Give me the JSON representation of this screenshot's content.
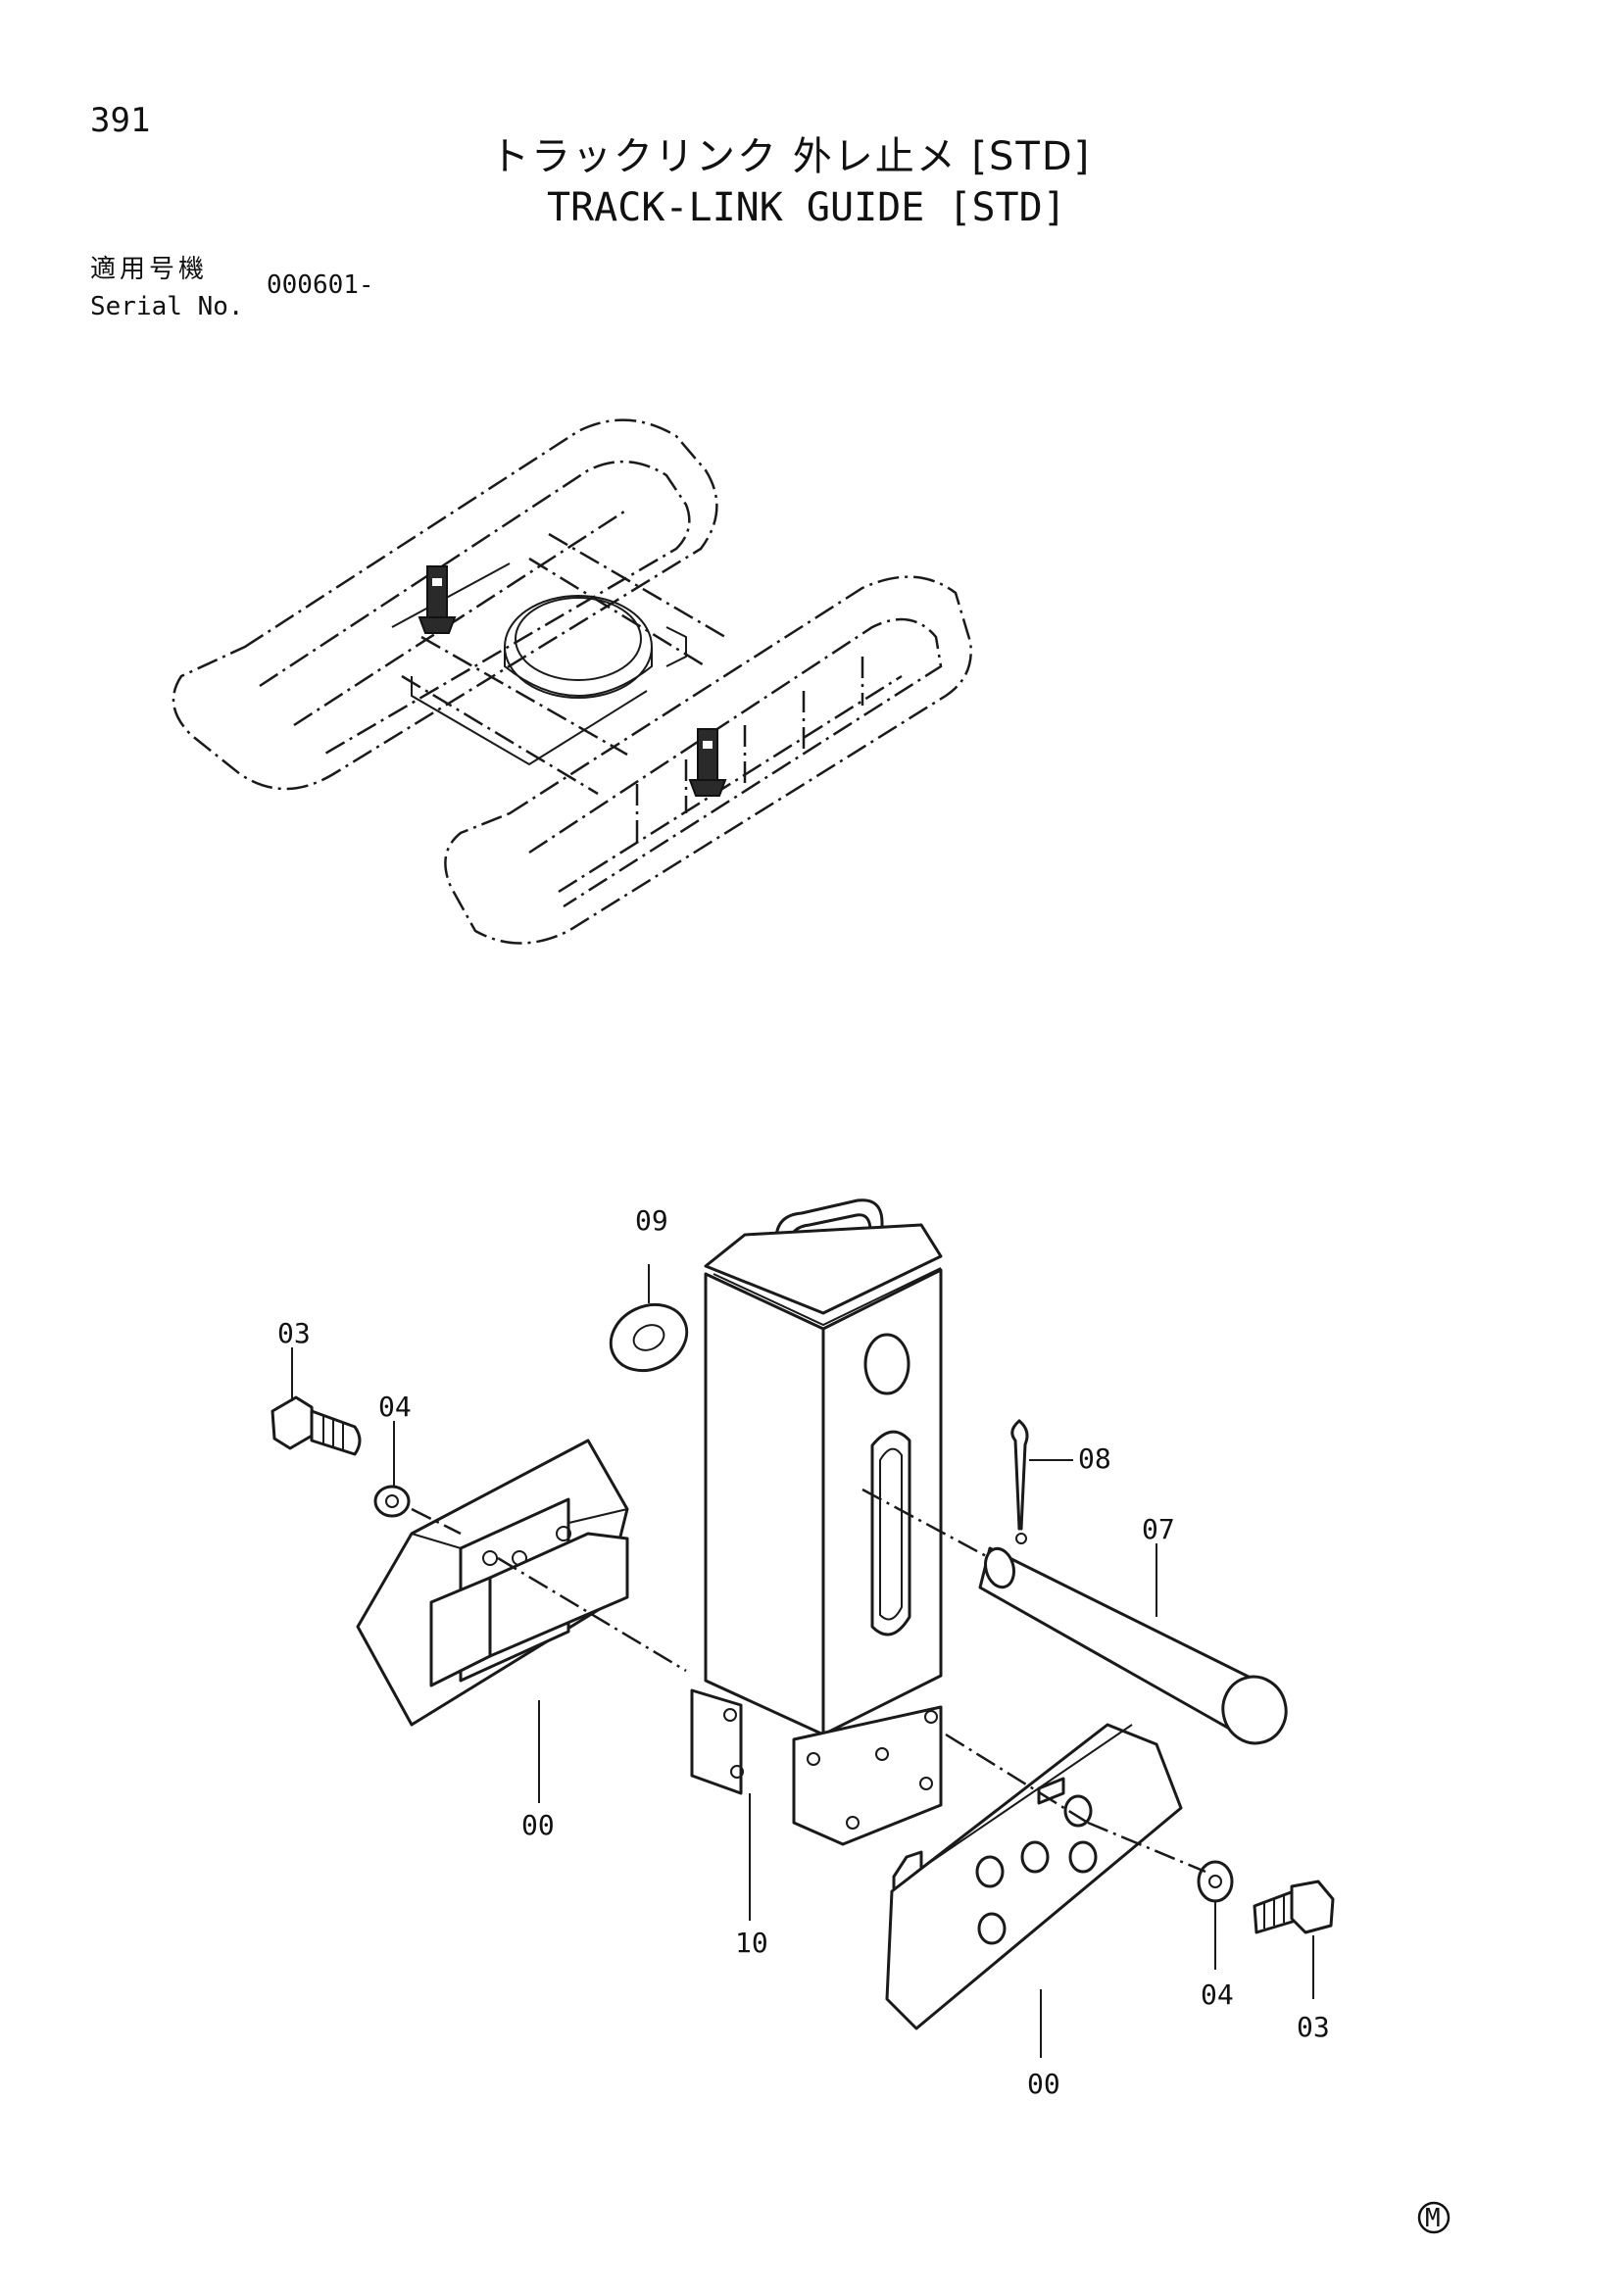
{
  "header": {
    "page_number": "391",
    "title_jp": "トラックリンク 外レ止メ [STD]",
    "title_en": "TRACK-LINK GUIDE [STD]",
    "serial_label_jp": "適用号機",
    "serial_label_en": "Serial No.",
    "serial_value": "000601-"
  },
  "callouts": {
    "c09": "09",
    "c03_left": "03",
    "c04_left": "04",
    "c08": "08",
    "c07": "07",
    "c00_left": "00",
    "c10": "10",
    "c04_right": "04",
    "c03_right": "03",
    "c00_right": "00"
  },
  "footer": {
    "mark": "M"
  }
}
